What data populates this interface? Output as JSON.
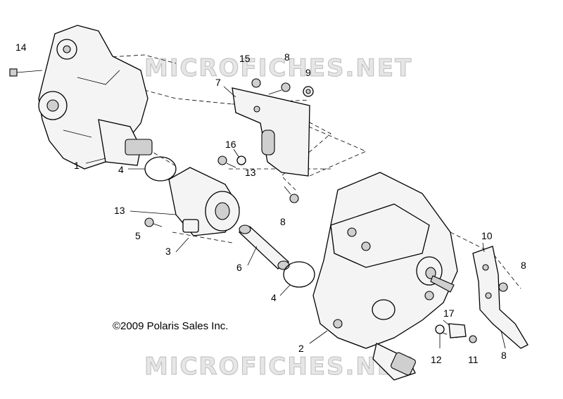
{
  "watermarks": [
    "MICROFICHES.NET",
    "MICROFICHES.NET"
  ],
  "copyright": "©2009 Polaris Sales Inc.",
  "callouts": [
    "14",
    "15",
    "8",
    "9",
    "7",
    "1",
    "16",
    "4",
    "13",
    "13",
    "5",
    "3",
    "8",
    "6",
    "4",
    "10",
    "8",
    "17",
    "2",
    "12",
    "11",
    "8"
  ]
}
